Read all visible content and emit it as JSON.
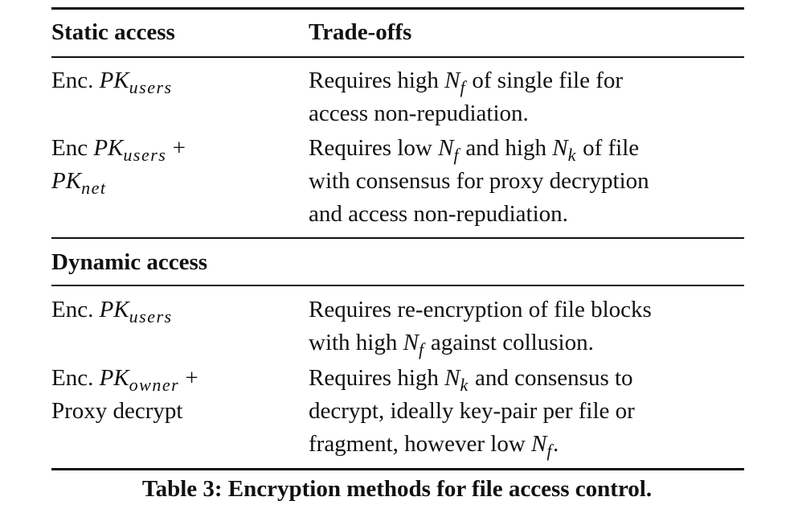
{
  "table": {
    "header": {
      "col1": "Static access",
      "col2": "Trade-offs"
    },
    "static_rows": [
      {
        "method": {
          "prefix": "Enc. ",
          "pk": "PK",
          "sub": "users",
          "suffix": ""
        },
        "lines": [
          {
            "pre": "Requires high ",
            "v1": "N",
            "s1": "f",
            "post": " of single file for"
          },
          {
            "pre": "access non-repudiation."
          }
        ]
      },
      {
        "method": {
          "prefix": "Enc ",
          "pk": "PK",
          "sub": "users",
          "suffix": " +",
          "line2_pk": "PK",
          "line2_sub": "net"
        },
        "lines": [
          {
            "pre": "Requires low ",
            "v1": "N",
            "s1": "f",
            "mid": " and high ",
            "v2": "N",
            "s2": "k",
            "post": " of file"
          },
          {
            "pre": "with consensus for proxy decryption"
          },
          {
            "pre": "and access non-repudiation."
          }
        ]
      }
    ],
    "section2_title": "Dynamic access",
    "dynamic_rows": [
      {
        "method": {
          "prefix": "Enc. ",
          "pk": "PK",
          "sub": "users",
          "suffix": ""
        },
        "lines": [
          {
            "pre": "Requires re-encryption of file blocks"
          },
          {
            "pre": "with high ",
            "v1": "N",
            "s1": "f",
            "post": " against collusion."
          }
        ]
      },
      {
        "method": {
          "prefix": "Enc. ",
          "pk": "PK",
          "sub": "owner",
          "suffix": " +",
          "line2_text": "Proxy decrypt"
        },
        "lines": [
          {
            "pre": "Requires high ",
            "v1": "N",
            "s1": "k",
            "post": " and consensus to"
          },
          {
            "pre": "decrypt, ideally key-pair per file or"
          },
          {
            "pre": "fragment, however low ",
            "v1": "N",
            "s1": "f",
            "post": "."
          }
        ]
      }
    ],
    "caption": "Table 3: Encryption methods for file access control."
  }
}
